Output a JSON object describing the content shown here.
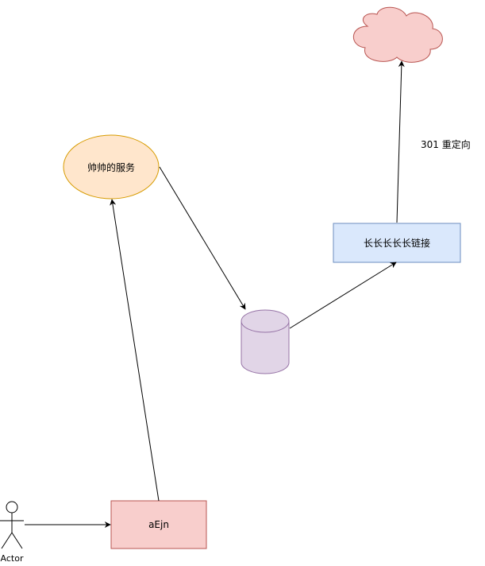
{
  "nodes": {
    "service_ellipse": {
      "label": "帅帅的服务",
      "fill": "#ffe6cc",
      "stroke": "#d79b00"
    },
    "long_link_box": {
      "label": "长长长长长链接",
      "fill": "#dae8fc",
      "stroke": "#6c8ebf"
    },
    "aejn_box": {
      "label": "aEjn",
      "fill": "#f8cecc",
      "stroke": "#b85450"
    },
    "database": {
      "label": "",
      "fill": "#e1d5e7",
      "stroke": "#9673a6"
    },
    "cloud": {
      "label": "",
      "fill": "#f8cecc",
      "stroke": "#b85450"
    },
    "actor": {
      "label": "Actor"
    }
  },
  "edge_labels": {
    "redirect": "301 重定向"
  }
}
